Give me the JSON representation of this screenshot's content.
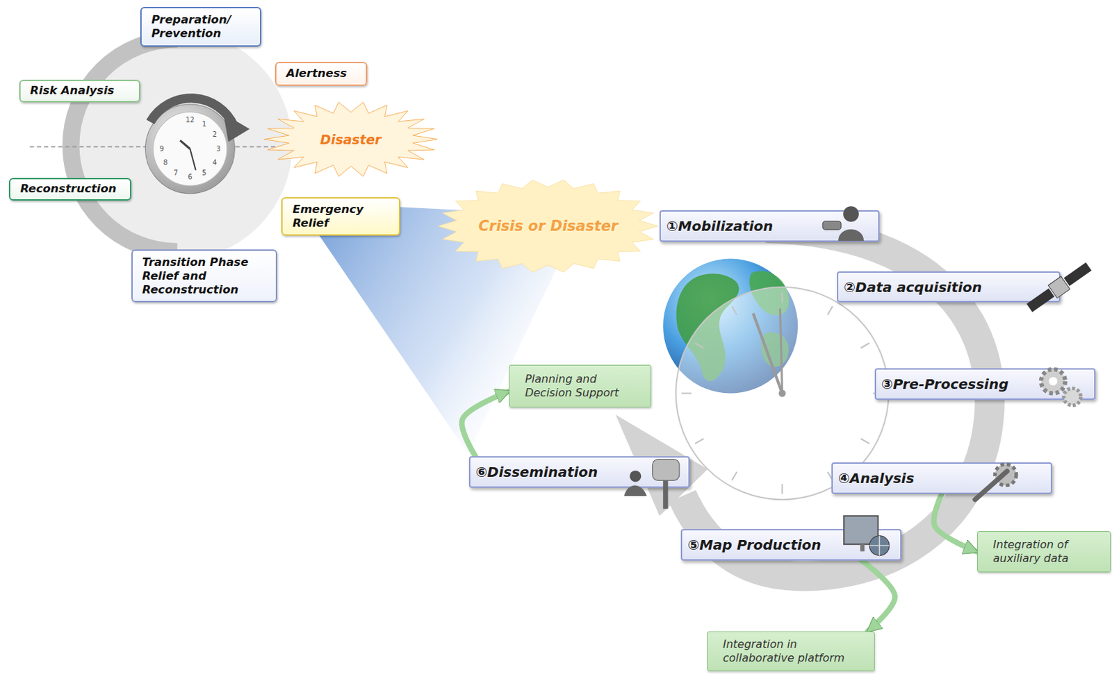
{
  "diagram": {
    "nodes": [
      {
        "text": [
          "Preparation/ Prevention"
        ]
      },
      {
        "text": [
          "Alertness"
        ]
      },
      {
        "text": [
          "Risk Analysis"
        ]
      },
      {
        "text": [
          "Disaster"
        ]
      },
      {
        "text": [
          "Reconstruction"
        ]
      },
      {
        "text": [
          "Emergency Relief"
        ]
      },
      {
        "text": [
          "Transition Phase Relief and Reconstruction"
        ]
      },
      {
        "text": [
          "Crisis or Disaster"
        ]
      },
      {
        "text": [
          "①Mobilization"
        ]
      },
      {
        "text": [
          "②Data acquisition"
        ]
      },
      {
        "text": [
          "③Pre-Processing"
        ]
      },
      {
        "text": [
          "④Analysis"
        ]
      },
      {
        "text": [
          "⑤Map Production"
        ]
      },
      {
        "text": [
          "⑥Dissemination"
        ]
      },
      {
        "text": [
          "Planning and Decision Support"
        ]
      },
      {
        "text": [
          "Integration of auxiliary data"
        ]
      },
      {
        "text": [
          "Integration in collaborative platform"
        ]
      }
    ],
    "edges": [
      {
        "from": 13,
        "to": 14,
        "arrow": "to"
      },
      {
        "from": 11,
        "to": 15,
        "arrow": "to"
      },
      {
        "from": 12,
        "to": 16,
        "arrow": "to"
      }
    ],
    "labels": [
      "12",
      "1",
      "2",
      "3",
      "4",
      "5",
      "6",
      "7",
      "8",
      "9"
    ]
  }
}
